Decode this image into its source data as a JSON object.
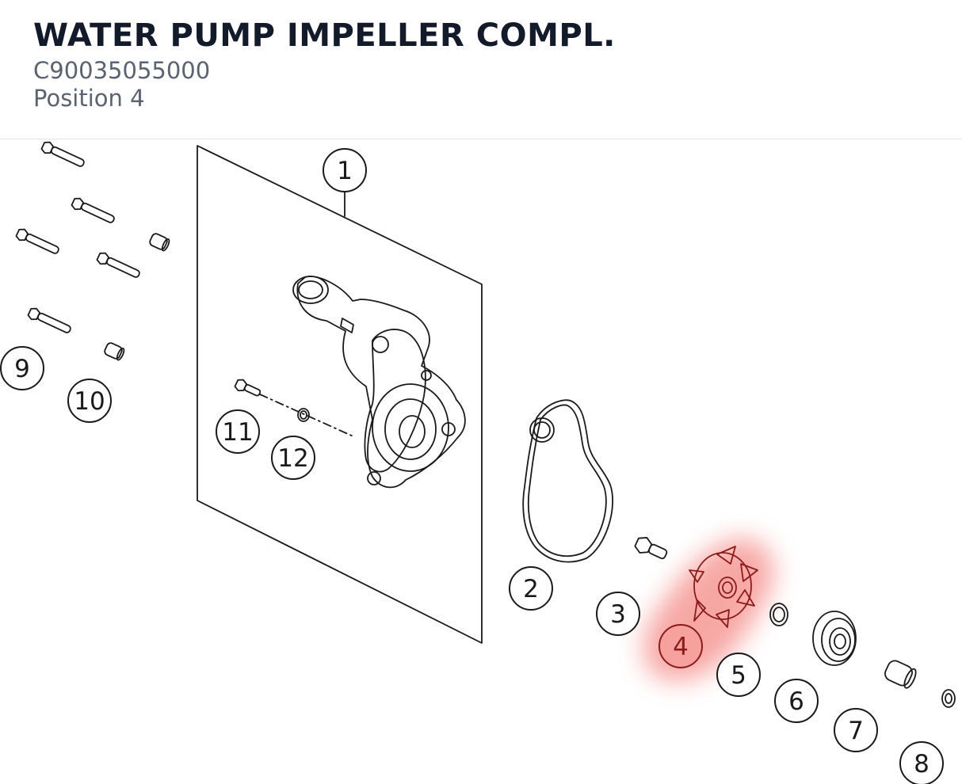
{
  "part": {
    "title": "WATER PUMP IMPELLER COMPL.",
    "part_number": "C90035055000",
    "position": "Position 4"
  },
  "diagram": {
    "highlight_color": "#f48a86",
    "highlight_text_color": "#8c1b1b",
    "line_color": "#1a1a1a",
    "selected_callout": "4",
    "callouts": [
      "1",
      "2",
      "3",
      "4",
      "5",
      "6",
      "7",
      "8",
      "9",
      "10",
      "11",
      "12"
    ]
  }
}
